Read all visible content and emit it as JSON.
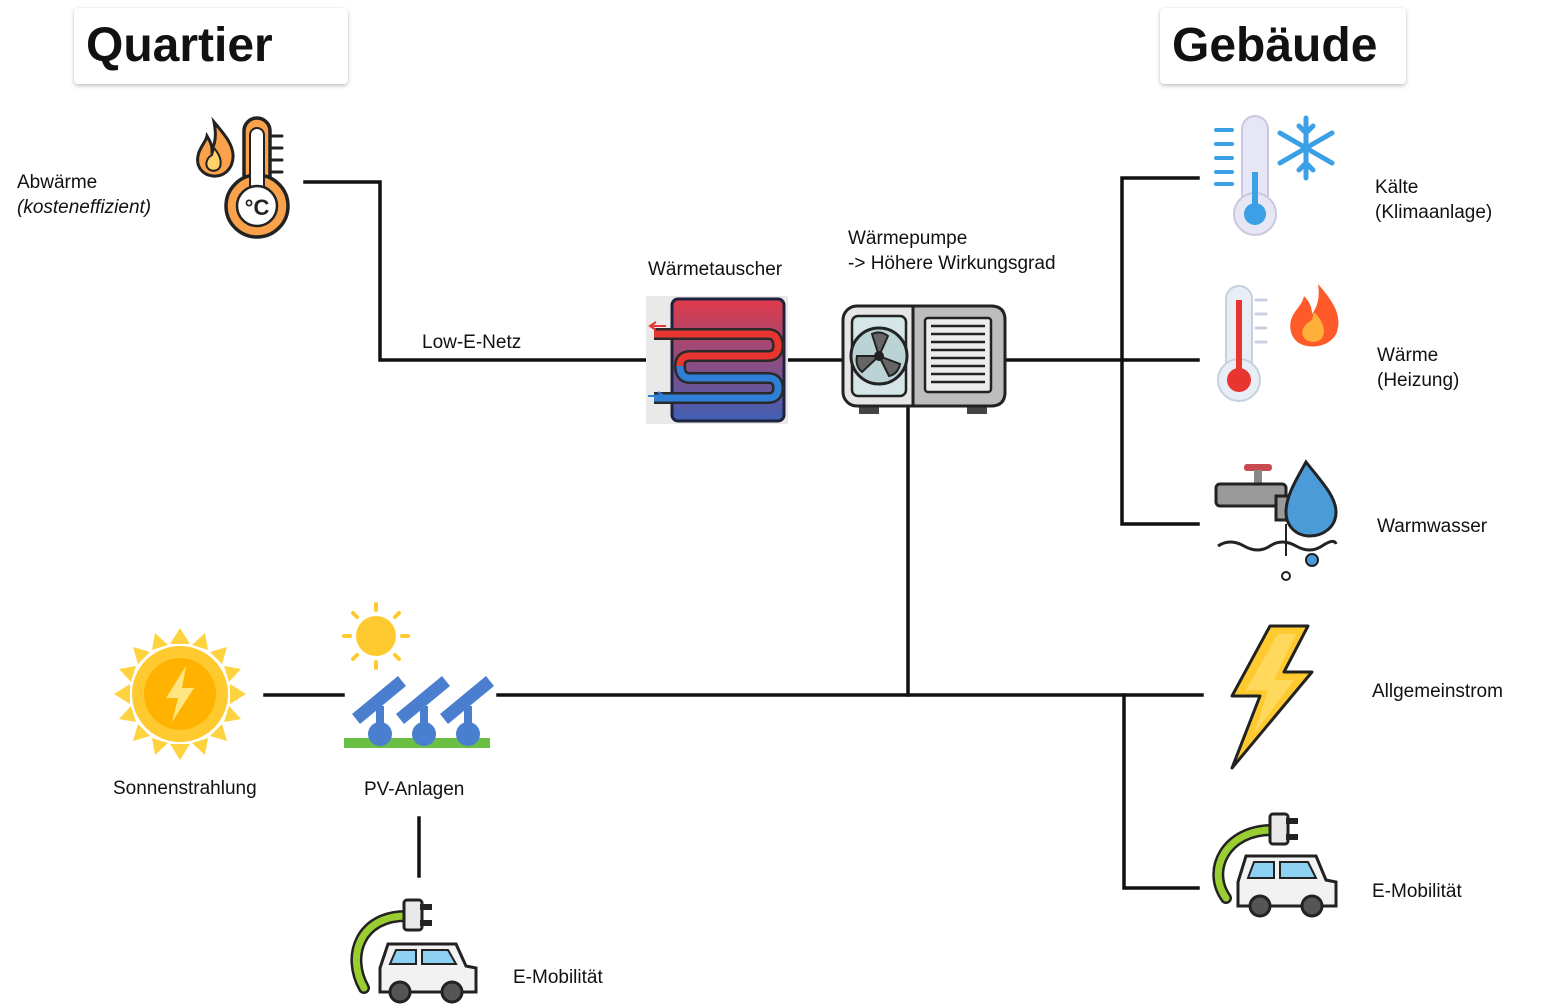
{
  "headings": {
    "left": "Quartier",
    "right": "Gebäude"
  },
  "sources": {
    "abwaerme": {
      "title": "Abwärme",
      "note": "(kosteneffizient)"
    },
    "sonne": "Sonnenstrahlung",
    "pv": "PV-Anlagen",
    "emob_left": "E-Mobilität"
  },
  "network": {
    "label": "Low-E-Netz"
  },
  "components": {
    "waermetauscher": "Wärmetauscher",
    "waermepumpe": {
      "title": "Wärmepumpe",
      "note": "-> Höhere Wirkungsgrad"
    }
  },
  "consumers": {
    "kaelte": {
      "title": "Kälte",
      "note": "(Klimaanlage)"
    },
    "waerme": {
      "title": "Wärme",
      "note": "(Heizung)"
    },
    "warmwasser": "Warmwasser",
    "allgemeinstrom": "Allgemeinstrom",
    "emob_right": "E-Mobilität"
  },
  "icons": [
    "thermometer-flame-icon",
    "heat-exchanger-icon",
    "heat-pump-icon",
    "thermometer-snowflake-icon",
    "thermometer-fire-icon",
    "water-tap-drop-icon",
    "lightning-icon",
    "sun-bolt-icon",
    "solar-panels-icon",
    "electric-car-icon"
  ],
  "colors": {
    "line": "#111111",
    "orange": "#F9A24B",
    "sun": "#FFC930",
    "blue": "#4A9BD8",
    "red": "#E24B4B",
    "green": "#6ABF45"
  }
}
